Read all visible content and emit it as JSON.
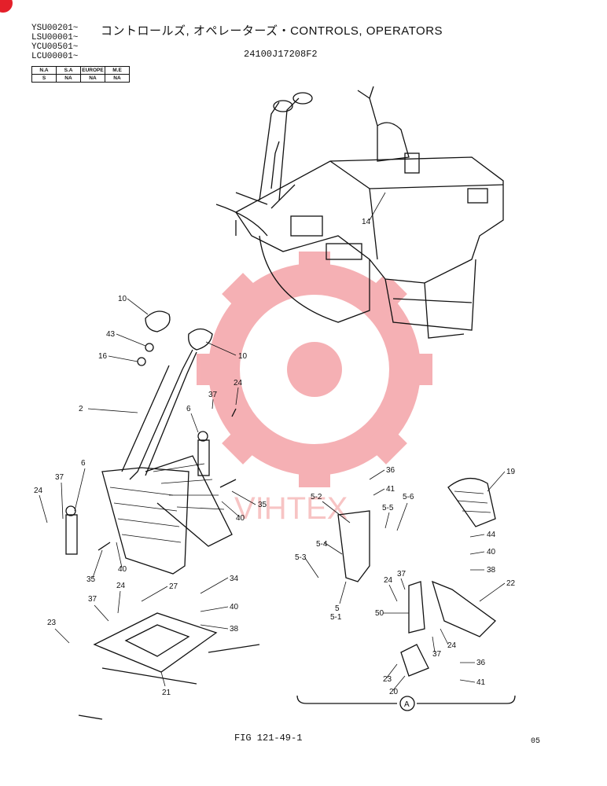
{
  "header": {
    "serials": [
      "YSU00201~",
      "LSU00001~",
      "YCU00501~",
      "LCU00001~"
    ],
    "title": "コントロールズ, オペレーターズ・CONTROLS, OPERATORS",
    "figure_code": "24100J17208F2"
  },
  "region_table": {
    "headers": [
      "N.A",
      "S.A",
      "EUROPE",
      "M.E"
    ],
    "values": [
      "S",
      "NA",
      "NA",
      "NA"
    ]
  },
  "watermark": {
    "text": "VIHTEX",
    "color": "#f08a8a"
  },
  "accent_color": "#e4202a",
  "callouts": [
    "10",
    "43",
    "16",
    "10",
    "2",
    "37",
    "24",
    "6",
    "37",
    "6",
    "24",
    "35",
    "40",
    "35",
    "40",
    "24",
    "27",
    "34",
    "37",
    "23",
    "40",
    "38",
    "21",
    "36",
    "41",
    "5-2",
    "5-6",
    "5-5",
    "5-4",
    "5-3",
    "5",
    "5-1",
    "37",
    "24",
    "50",
    "24",
    "37",
    "23",
    "20",
    "19",
    "44",
    "40",
    "38",
    "22",
    "36",
    "41",
    "14"
  ],
  "detail_marker": "A",
  "footer": {
    "figure_label": "FIG 121-49-1",
    "page_number": "05"
  }
}
